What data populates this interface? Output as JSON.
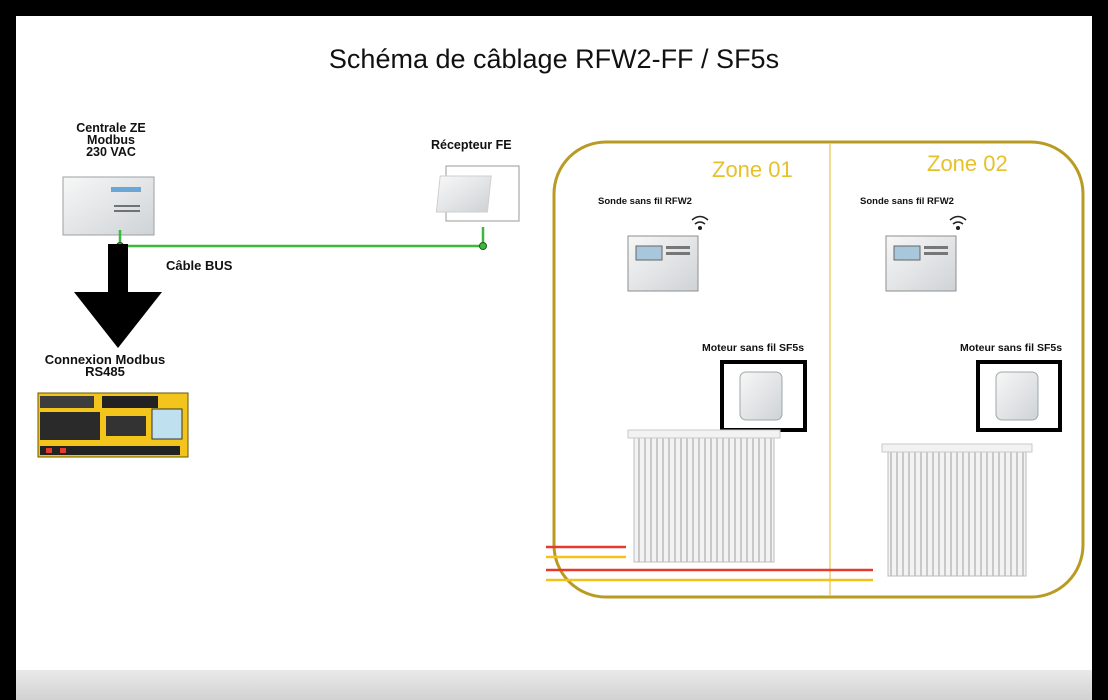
{
  "diagram": {
    "title": "Schéma de câblage RFW2-FF / SF5s",
    "central": {
      "line1": "Centrale ZE",
      "line2": "Modbus",
      "line3": "230 VAC"
    },
    "receiver": {
      "label": "Récepteur FE"
    },
    "bus_cable": {
      "label": "Câble BUS"
    },
    "modbus": {
      "line1": "Connexion Modbus",
      "line2": "RS485"
    },
    "zones": [
      {
        "name": "Zone 01",
        "sensor_label": "Sonde sans fil RFW2",
        "motor_label": "Moteur sans fil SF5s"
      },
      {
        "name": "Zone 02",
        "sensor_label": "Sonde sans fil RFW2",
        "motor_label": "Moteur sans fil SF5s"
      }
    ],
    "colors": {
      "bus_cable": "#3cb83c",
      "zone_border": "#b99b24",
      "zone_title": "#e5c12a",
      "pipe_red": "#e53a2c",
      "pipe_yellow": "#f3c21a",
      "modbus_module": "#f2c41c"
    }
  }
}
